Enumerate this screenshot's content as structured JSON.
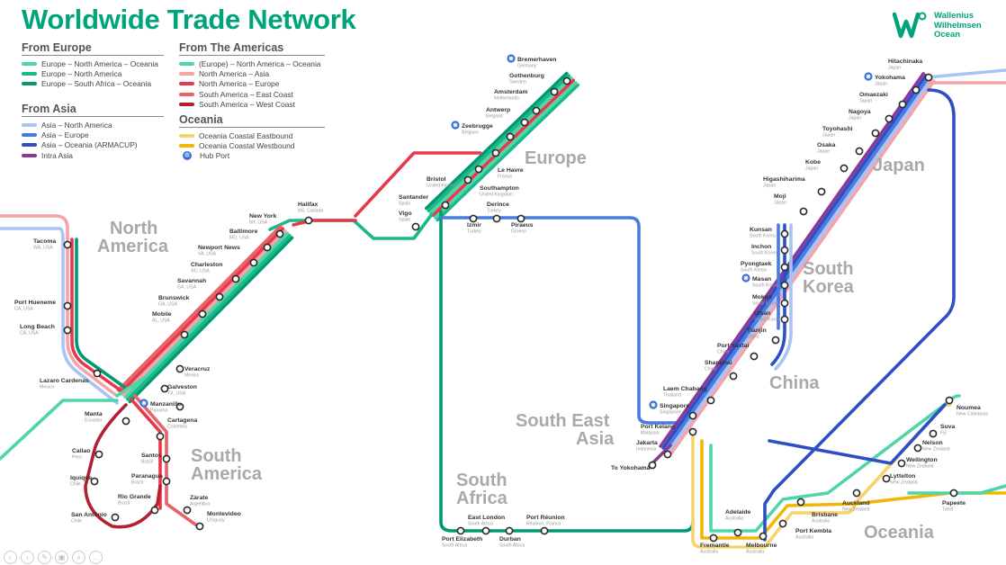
{
  "title": "Worldwide Trade Network",
  "logo": {
    "text": [
      "Wallenius",
      "Wilhelmsen",
      "Ocean"
    ],
    "color": "#00a47a"
  },
  "legend": [
    {
      "heading": "From Europe",
      "items": [
        {
          "label": "Europe – North America – Oceania",
          "color": "#4fd6a8"
        },
        {
          "label": "Europe – North America",
          "color": "#19b98a"
        },
        {
          "label": "Europe – South Africa – Oceania",
          "color": "#009a72"
        }
      ]
    },
    {
      "heading": "From Asia",
      "items": [
        {
          "label": "Asia – North America",
          "color": "#a9c3f5"
        },
        {
          "label": "Asia – Europe",
          "color": "#4a7be0"
        },
        {
          "label": "Asia – Oceania (ARMACUP)",
          "color": "#2e4fc4"
        },
        {
          "label": "Intra Asia",
          "color": "#8a3a96"
        }
      ]
    },
    {
      "heading": "From The Americas",
      "items": [
        {
          "label": "(Europe) – North America – Oceania",
          "color": "#4fd6a8"
        },
        {
          "label": "North America – Asia",
          "color": "#f4a3a8"
        },
        {
          "label": "North America – Europe",
          "color": "#e8394a"
        },
        {
          "label": "South America – East Coast",
          "color": "#e8616b"
        },
        {
          "label": "South America – West Coast",
          "color": "#b42032"
        }
      ]
    },
    {
      "heading": "Oceania",
      "items": [
        {
          "label": "Oceania Coastal Eastbound",
          "color": "#f6d36b"
        },
        {
          "label": "Oceania Coastal Westbound",
          "color": "#f2b705"
        },
        {
          "label": "Hub Port",
          "hub": true,
          "color": "#3a6fd8"
        }
      ]
    }
  ],
  "regions": [
    {
      "name": "North America"
    },
    {
      "name": "South America"
    },
    {
      "name": "Europe"
    },
    {
      "name": "South Africa"
    },
    {
      "name": "South East Asia"
    },
    {
      "name": "China"
    },
    {
      "name": "South Korea"
    },
    {
      "name": "Japan"
    },
    {
      "name": "Oceania"
    }
  ],
  "ports": [
    {
      "name": "Bremerhaven",
      "country": "Germany",
      "hub": true
    },
    {
      "name": "Gothenburg",
      "country": "Sweden"
    },
    {
      "name": "Amsterdam",
      "country": "Netherlands"
    },
    {
      "name": "Antwerp",
      "country": "Belgium"
    },
    {
      "name": "Zeebrugge",
      "country": "Belgium",
      "hub": true
    },
    {
      "name": "Le Havre",
      "country": "France"
    },
    {
      "name": "Bristol",
      "country": "United Kingdom"
    },
    {
      "name": "Southampton",
      "country": "United Kingdom"
    },
    {
      "name": "Santander",
      "country": "Spain"
    },
    {
      "name": "Vigo",
      "country": "Spain"
    },
    {
      "name": "Derince",
      "country": "Turkey"
    },
    {
      "name": "Izmir",
      "country": "Turkey"
    },
    {
      "name": "Piraeus",
      "country": "Greece"
    },
    {
      "name": "Halifax",
      "country": "NS, Canada"
    },
    {
      "name": "New York",
      "country": "NY, USA"
    },
    {
      "name": "Baltimore",
      "country": "MD, USA"
    },
    {
      "name": "Newport News",
      "country": "VA, USA"
    },
    {
      "name": "Charleston",
      "country": "SC, USA"
    },
    {
      "name": "Savannah",
      "country": "GA, USA"
    },
    {
      "name": "Brunswick",
      "country": "GA, USA"
    },
    {
      "name": "Mobile",
      "country": "AL, USA"
    },
    {
      "name": "Tacoma",
      "country": "WA, USA"
    },
    {
      "name": "Port Hueneme",
      "country": "CA, USA"
    },
    {
      "name": "Long Beach",
      "country": "CA, USA"
    },
    {
      "name": "Lazaro Cardenas",
      "country": "Mexico"
    },
    {
      "name": "Veracruz",
      "country": "Mexico"
    },
    {
      "name": "Galveston",
      "country": "TX, USA"
    },
    {
      "name": "Manzanillo",
      "country": "Panama",
      "hub": true
    },
    {
      "name": "Cartagena",
      "country": "Colombia"
    },
    {
      "name": "Manta",
      "country": "Ecuador"
    },
    {
      "name": "Callao",
      "country": "Peru"
    },
    {
      "name": "Iquique",
      "country": "Chile"
    },
    {
      "name": "San Antonio",
      "country": "Chile"
    },
    {
      "name": "Santos",
      "country": "Brazil"
    },
    {
      "name": "Paranagua",
      "country": "Brazil"
    },
    {
      "name": "Rio Grande",
      "country": "Brazil"
    },
    {
      "name": "Zárate",
      "country": "Argentina"
    },
    {
      "name": "Montevideo",
      "country": "Uruguay"
    },
    {
      "name": "East London",
      "country": "South Africa"
    },
    {
      "name": "Port Elizabeth",
      "country": "South Africa"
    },
    {
      "name": "Durban",
      "country": "South Africa"
    },
    {
      "name": "Port Réunion",
      "country": "Réunion, France"
    },
    {
      "name": "Hitachinaka",
      "country": "Japan"
    },
    {
      "name": "Yokohama",
      "country": "Japan",
      "hub": true
    },
    {
      "name": "Omaezaki",
      "country": "Japan"
    },
    {
      "name": "Nagoya",
      "country": "Japan"
    },
    {
      "name": "Toyohashi",
      "country": "Japan"
    },
    {
      "name": "Osaka",
      "country": "Japan"
    },
    {
      "name": "Kobe",
      "country": "Japan"
    },
    {
      "name": "Higashiharima",
      "country": "Japan"
    },
    {
      "name": "Moji",
      "country": "Japan"
    },
    {
      "name": "Kunsan",
      "country": "South Korea"
    },
    {
      "name": "Inchon",
      "country": "South Korea"
    },
    {
      "name": "Pyongtaek",
      "country": "South Korea"
    },
    {
      "name": "Masan",
      "country": "South Korea",
      "hub": true
    },
    {
      "name": "Mokpo",
      "country": "South Korea"
    },
    {
      "name": "Ulsan",
      "country": "South Korea"
    },
    {
      "name": "Tianjin",
      "country": "China"
    },
    {
      "name": "Port Yantai",
      "country": "China"
    },
    {
      "name": "Shanghai",
      "country": "China"
    },
    {
      "name": "Laem Chabang",
      "country": "Thailand"
    },
    {
      "name": "Singapore",
      "country": "Singapore",
      "hub": true
    },
    {
      "name": "Port Kelang",
      "country": "Malaysia"
    },
    {
      "name": "Jakarta",
      "country": "Indonesia"
    },
    {
      "name": "To Yokohama",
      "country": ""
    },
    {
      "name": "Noumea",
      "country": "New Caledonia"
    },
    {
      "name": "Suva",
      "country": "Fiji"
    },
    {
      "name": "Nelson",
      "country": "New Zealand"
    },
    {
      "name": "Wellington",
      "country": "New Zealand"
    },
    {
      "name": "Lyttelton",
      "country": "New Zealand"
    },
    {
      "name": "Auckland",
      "country": "New Zealand"
    },
    {
      "name": "Papeete",
      "country": "Tahiti"
    },
    {
      "name": "Brisbane",
      "country": "Australia"
    },
    {
      "name": "Port Kembla",
      "country": "Australia"
    },
    {
      "name": "Adelaide",
      "country": "Australia"
    },
    {
      "name": "Fremantle",
      "country": "Australia"
    },
    {
      "name": "Melbourne",
      "country": "Australia"
    }
  ]
}
